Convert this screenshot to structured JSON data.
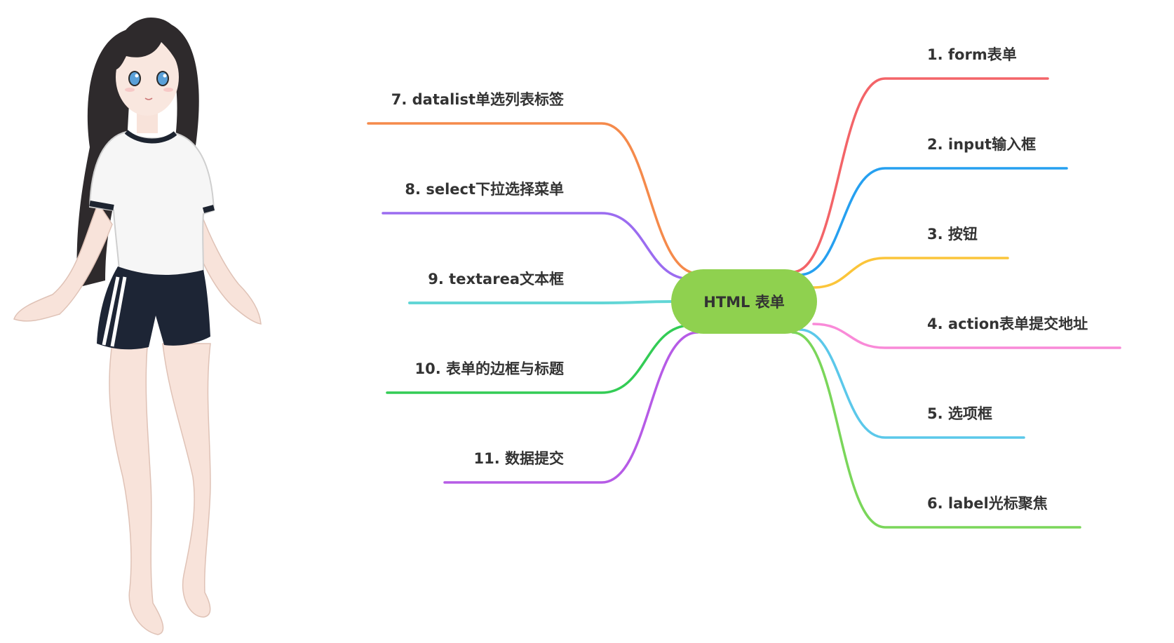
{
  "center": {
    "label": "HTML 表单",
    "color": "#8fd14f"
  },
  "branches": [
    {
      "label": "1. form表单",
      "color": "#f36468"
    },
    {
      "label": "2. input输入框",
      "color": "#26a0f0"
    },
    {
      "label": "3. 按钮",
      "color": "#fbc53a"
    },
    {
      "label": "4. action表单提交地址",
      "color": "#f98ad8"
    },
    {
      "label": "5. 选项框",
      "color": "#5bc8ea"
    },
    {
      "label": "6. label光标聚焦",
      "color": "#7ad65a"
    },
    {
      "label": "7. datalist单选列表标签",
      "color": "#f58a4b"
    },
    {
      "label": "8. select下拉选择菜单",
      "color": "#9b6cf0"
    },
    {
      "label": "9. textarea文本框",
      "color": "#62d6d6"
    },
    {
      "label": "10. 表单的边框与标题",
      "color": "#33cc55"
    },
    {
      "label": "11. 数据提交",
      "color": "#b65be6"
    }
  ],
  "illustration": {
    "icon": "anime-girl-illustration"
  }
}
